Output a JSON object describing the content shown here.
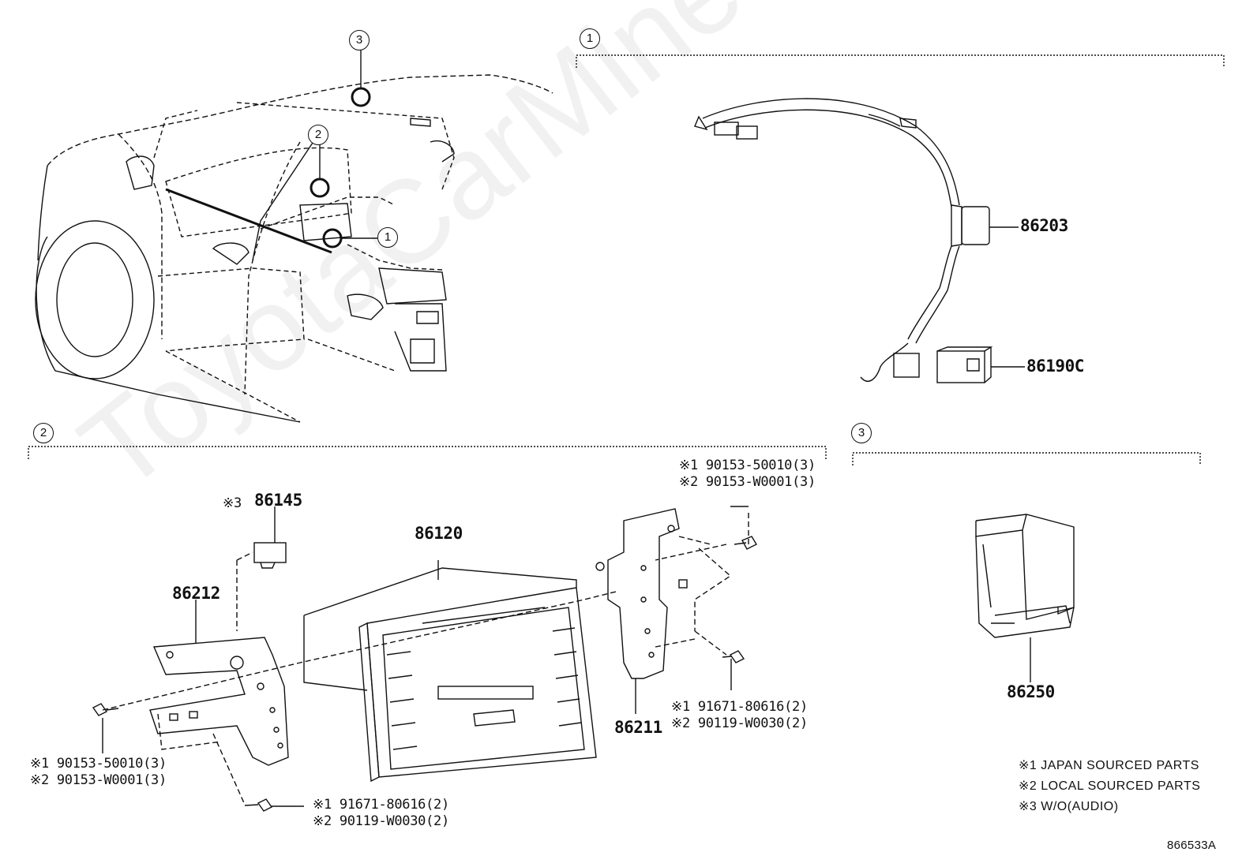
{
  "callouts": [
    "1",
    "2",
    "3"
  ],
  "parts": {
    "p86203": "86203",
    "p86190C": "86190C",
    "p86145": "86145",
    "p86145_note": "※3",
    "p86120": "86120",
    "p86212": "86212",
    "p86211": "86211",
    "p86250": "86250"
  },
  "fasteners": {
    "top_right": [
      "※1 90153-50010(3)",
      "※2 90153-W0001(3)"
    ],
    "mid_right": [
      "※1 91671-80616(2)",
      "※2 90119-W0030(2)"
    ],
    "left": [
      "※1 90153-50010(3)",
      "※2 90153-W0001(3)"
    ],
    "bottom": [
      "※1 91671-80616(2)",
      "※2 90119-W0030(2)"
    ]
  },
  "legend": [
    "※1 JAPAN SOURCED PARTS",
    "※2 LOCAL SOURCED PARTS",
    "※3 W/O(AUDIO)"
  ],
  "diagram_id": "866533A",
  "watermark": "ToyotaCarMine.ru",
  "colors": {
    "ink": "#111111",
    "background": "#ffffff"
  }
}
